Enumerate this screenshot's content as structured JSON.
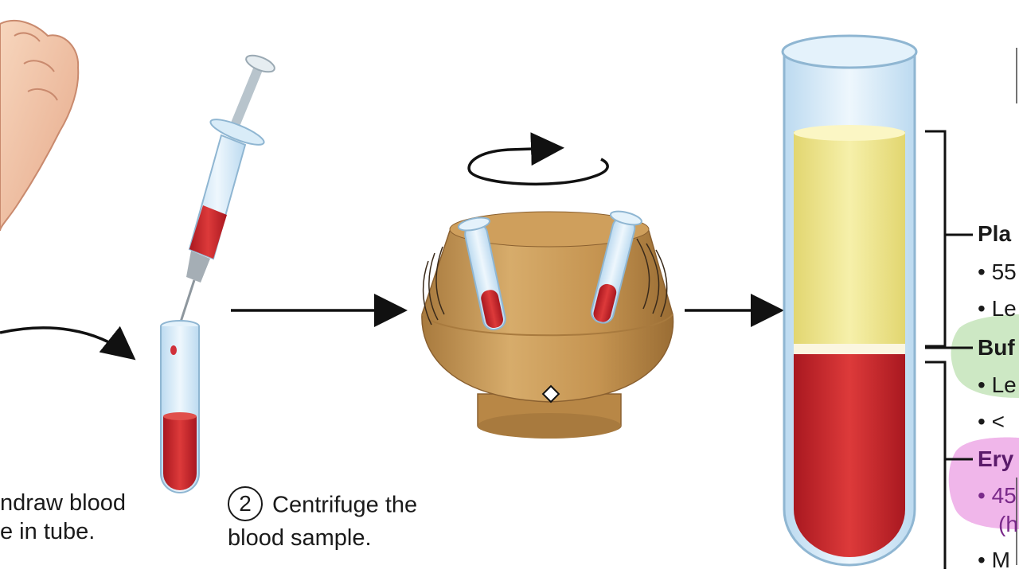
{
  "captions": {
    "step1_line1": "ndraw blood",
    "step1_line2": "e in tube.",
    "step2_number": "2",
    "step2_line1": "Centrifuge the",
    "step2_line2": "blood sample."
  },
  "layers": {
    "plasma_title": "Pla",
    "plasma_bullet1": "55",
    "plasma_bullet2": "Le",
    "buffy_title": "Buf",
    "buffy_bullet1": "Le",
    "buffy_bullet2": "<",
    "ery_title": "Ery",
    "ery_bullet1": "45",
    "ery_bullet1b": "(h",
    "ery_bullet2": "M"
  },
  "colors": {
    "plasma": "#ece38a",
    "buffy_coat": "#fbf6e0",
    "blood": "#c8242b",
    "centrifuge": "#c99a55",
    "glass": "#cfe6f5",
    "buffy_highlight": "#cde8c4",
    "ery_highlight": "#f0b6ea"
  }
}
